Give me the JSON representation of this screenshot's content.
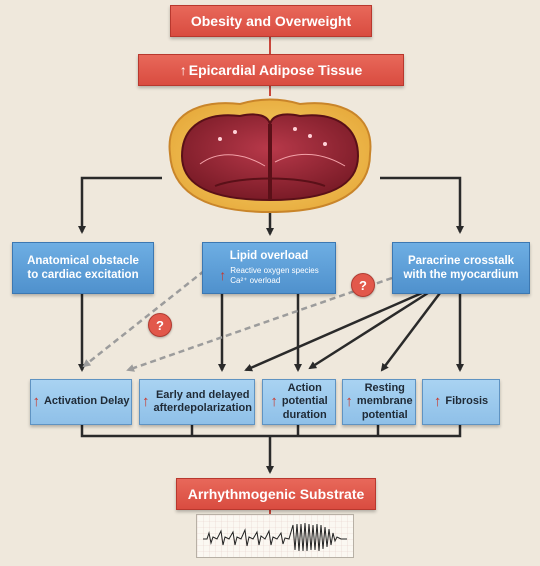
{
  "top_box": {
    "text": "Obesity and Overweight"
  },
  "eat_box": {
    "text": "Epicardial Adipose Tissue",
    "arrow": "↑"
  },
  "mechanisms": {
    "anatomical": {
      "line1": "Anatomical obstacle",
      "line2": "to cardiac excitation"
    },
    "lipid": {
      "title": "Lipid overload",
      "arrow": "↑",
      "sub1": "Reactive oxygen species",
      "sub2": "Ca²⁺ overload"
    },
    "paracrine": {
      "line1": "Paracrine crosstalk",
      "line2": "with the myocardium"
    }
  },
  "question_mark": "?",
  "effects": [
    {
      "arrow": "↑",
      "line1": "Activation Delay",
      "line2": "",
      "line3": ""
    },
    {
      "arrow": "↑",
      "line1": "Early and delayed",
      "line2": "afterdepolarization",
      "line3": ""
    },
    {
      "arrow": "↑",
      "line1": "Action",
      "line2": "potential",
      "line3": "duration"
    },
    {
      "arrow": "↑",
      "line1": "Resting",
      "line2": "membrane",
      "line3": "potential"
    },
    {
      "arrow": "↑",
      "line1": "Fibrosis",
      "line2": "",
      "line3": ""
    }
  ],
  "bottom_box": {
    "text": "Arrhythmogenic Substrate"
  },
  "colors": {
    "red_box": "#d94c40",
    "blue_box": "#4f91cd",
    "light_blue_box": "#a9d3f2",
    "arrow_up": "#c8372c",
    "background": "#efe8dc"
  },
  "icons": [
    "heart-illustration",
    "ecg-trace-icon",
    "question-mark-icon",
    "up-arrow-icon"
  ]
}
